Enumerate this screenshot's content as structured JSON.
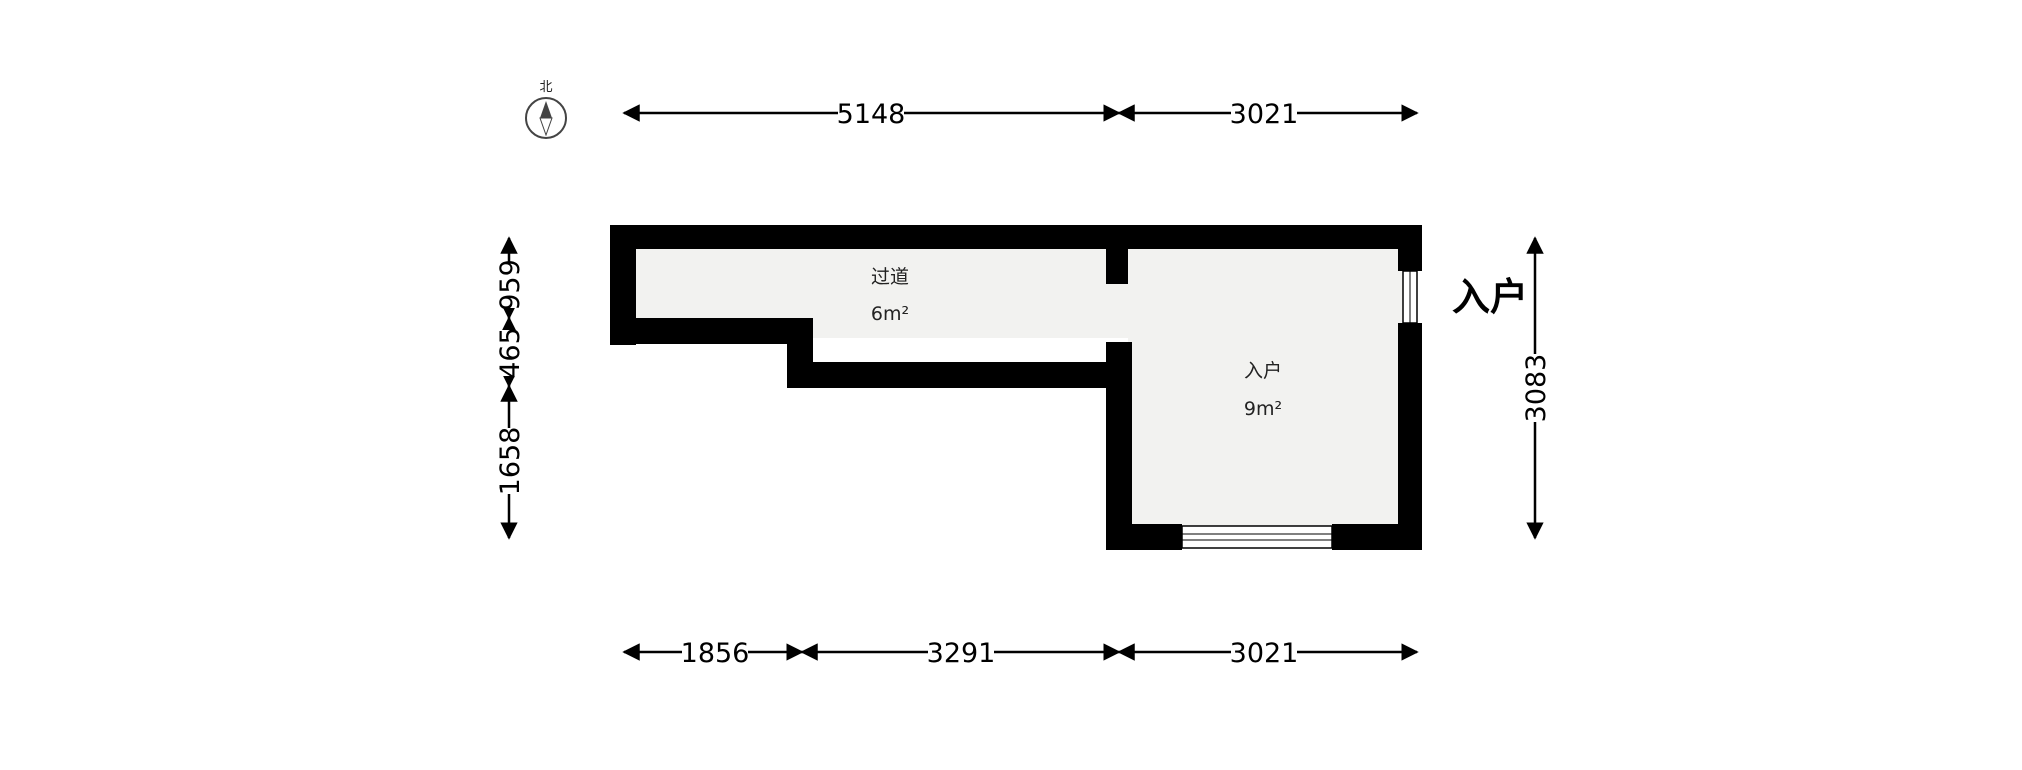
{
  "compass": {
    "label": "北"
  },
  "dimensions": {
    "top": [
      "5148",
      "3021"
    ],
    "bottom": [
      "1856",
      "3291",
      "3021"
    ],
    "left": [
      "959",
      "465",
      "1658"
    ],
    "right": [
      "3083"
    ]
  },
  "rooms": [
    {
      "name": "过道",
      "area": "6m²"
    },
    {
      "name": "入户",
      "area": "9m²"
    }
  ],
  "entry": {
    "label": "入户"
  },
  "colors": {
    "wall": "#000000",
    "floor": "#f2f2f0",
    "line": "#000000"
  }
}
